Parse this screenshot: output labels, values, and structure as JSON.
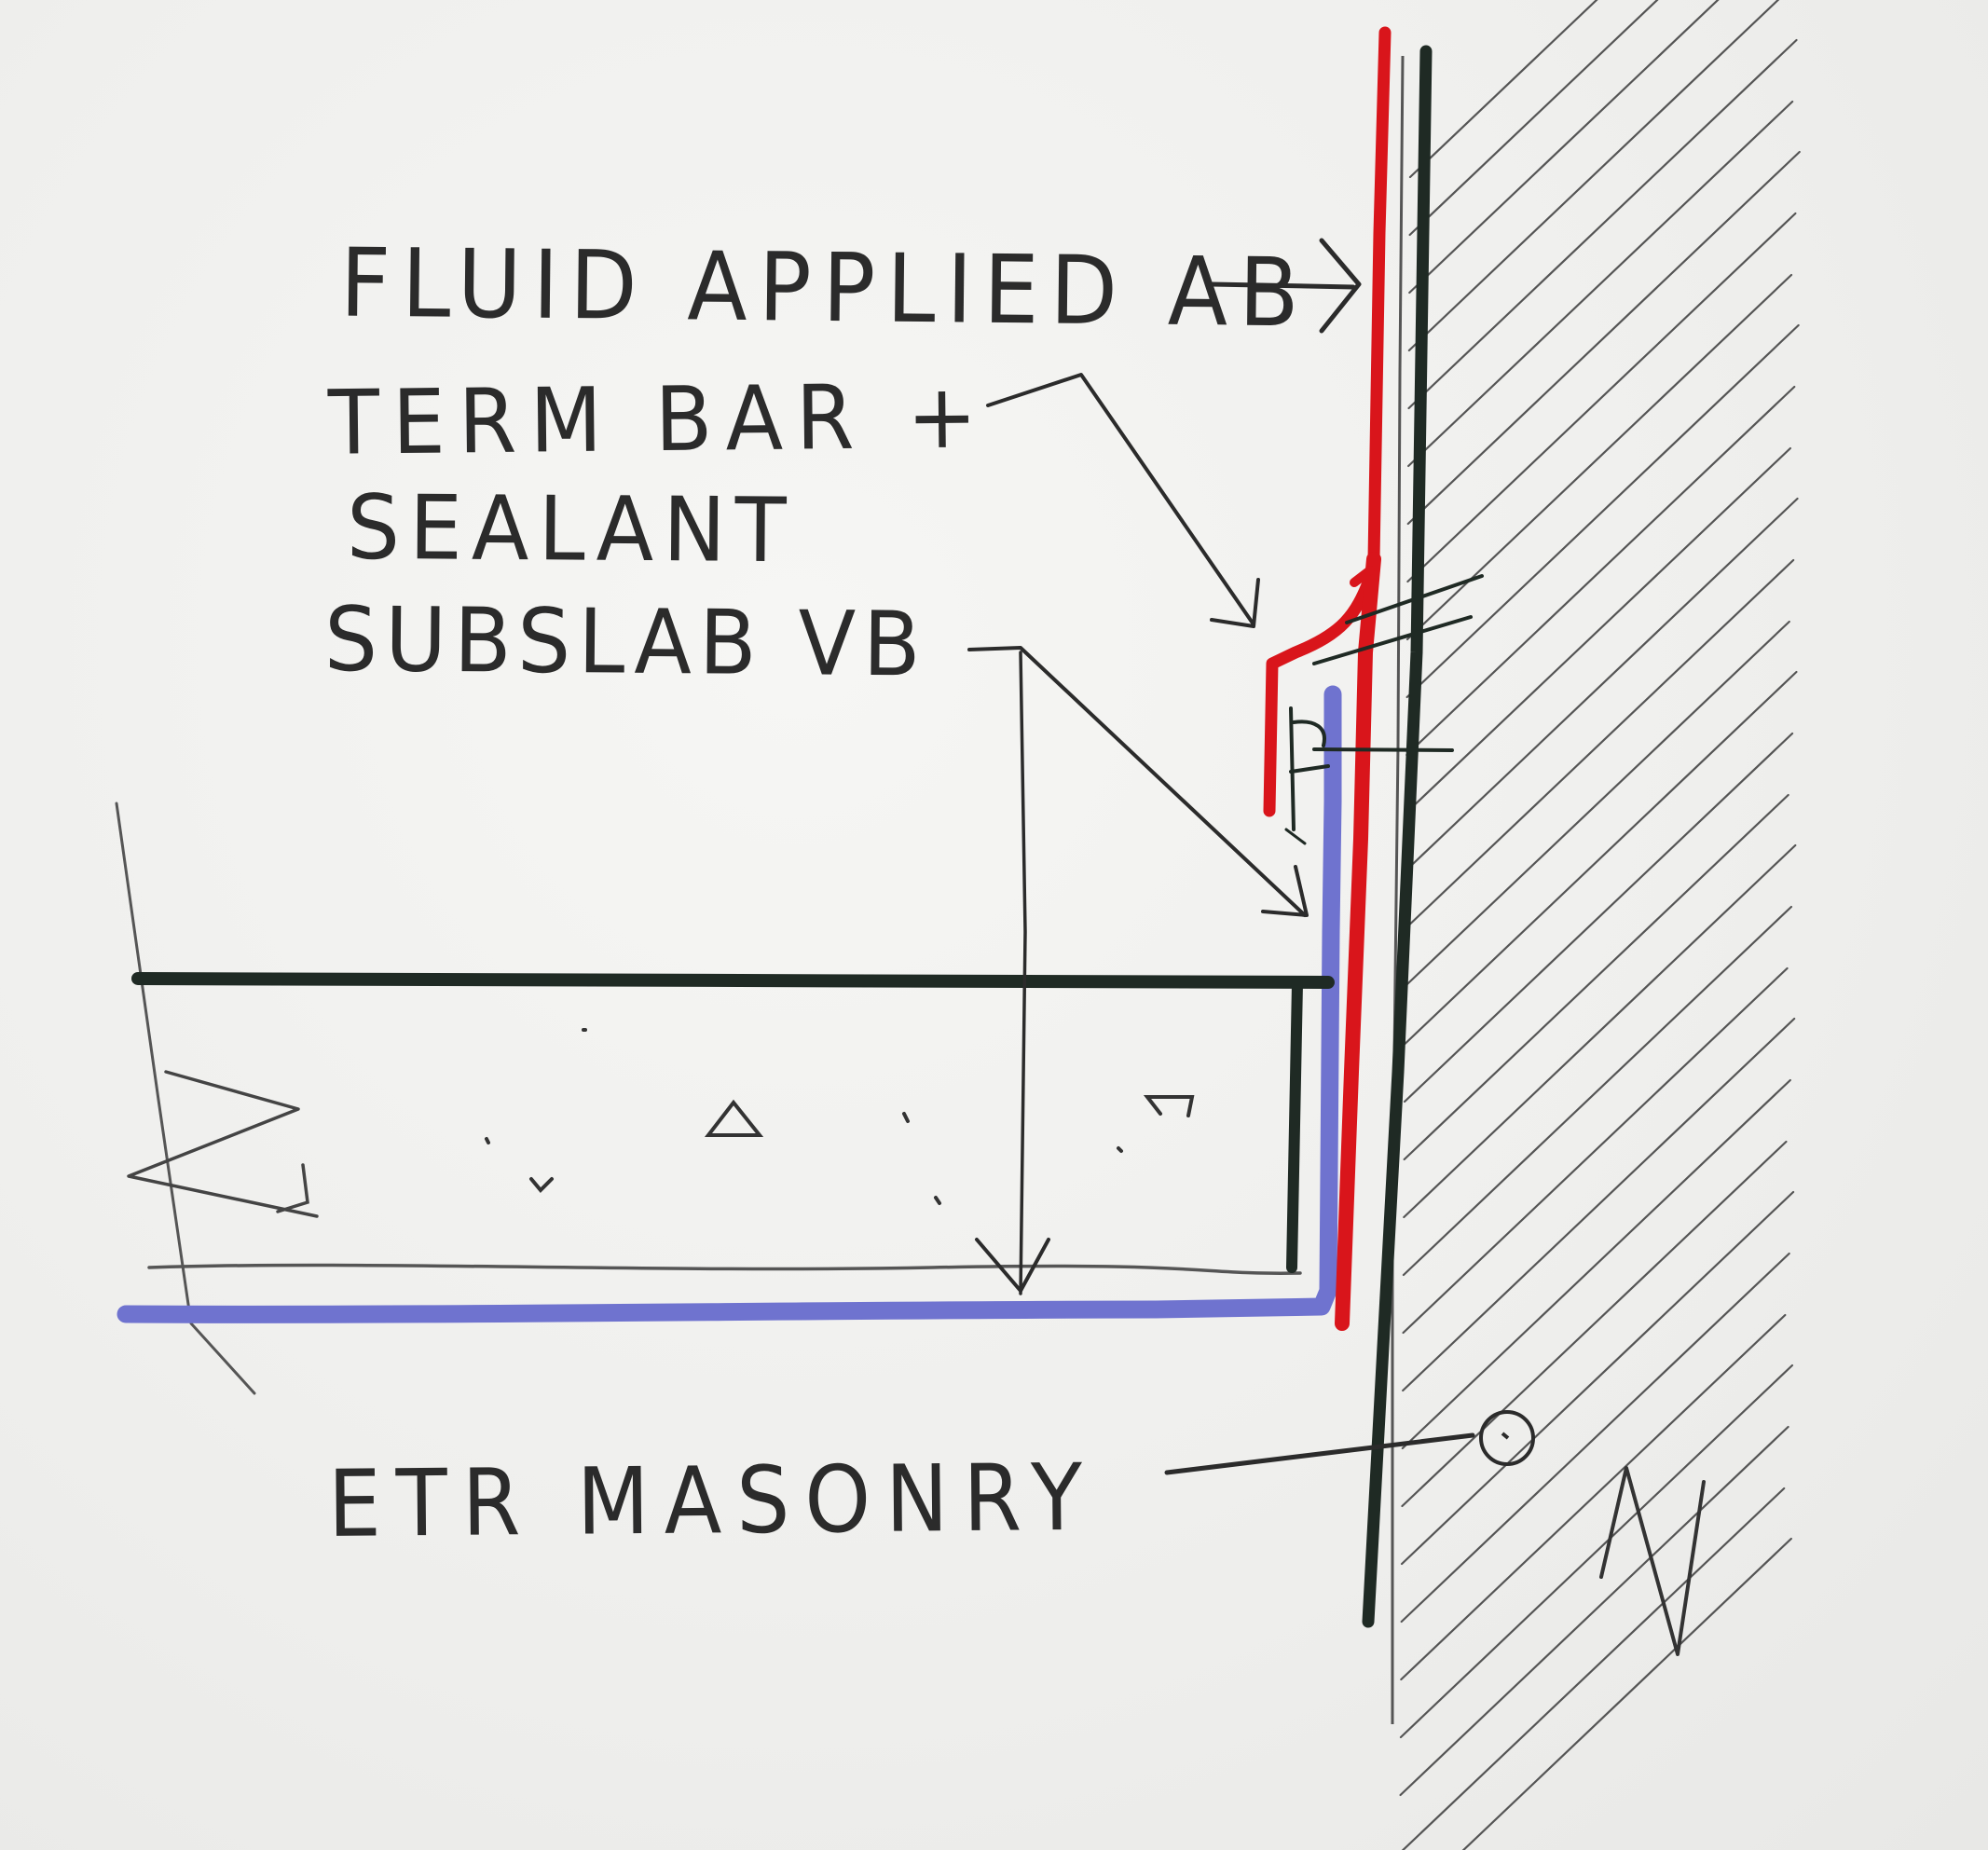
{
  "labels": {
    "fluid_applied_ab": "FLUID APPLIED AB",
    "term_bar_line1": "TERM BAR +",
    "term_bar_line2": "SEALANT",
    "subslab_vb": "SUBSLAB VB",
    "etr_masonry": "ETR MASONRY"
  },
  "colors": {
    "air_barrier": "#d9151b",
    "vapor_barrier": "#6f73cf",
    "ink": "#1f2a24",
    "pencil": "#4a4a4a"
  }
}
